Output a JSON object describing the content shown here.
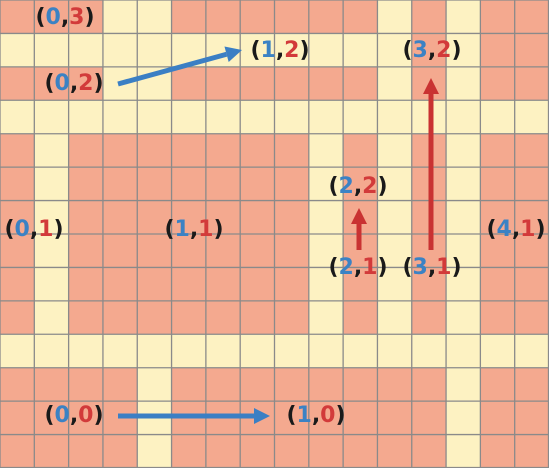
{
  "colors": {
    "cell_pink": "#f4a98f",
    "cell_yellow": "#fdf2c2",
    "grid_line": "#8a8a8a",
    "arrow_blue": "#3b7fc4",
    "arrow_red": "#c93232",
    "text_first": "#3b82c4",
    "text_second": "#d23a3a",
    "text_punct": "#1a1a1a"
  },
  "grid": {
    "rows": [
      "PPPYYPPPPPPYPYPP",
      "YYYYYYYYYYYYPYPP",
      "PPPYYPPPPPPYPYPP",
      "YYYYYYYYYYYYYYYY",
      "PYPPPPPPPYPYPYPP",
      "PYPPPPPPPYPYPYPP",
      "PYPPPPPPPYPYPYPP",
      "PYPPPPPPPYPYPYPP",
      "PYPPPPPPPYPYPYPP",
      "PYPPPPPPPYPYPYPP",
      "YYYYYYYYYYYYYYYY",
      "PPPPYPPPPPPPPYPP",
      "PPPPYPPPPPPPPYPP",
      "PPPPYPPPPPPPPYPP"
    ]
  },
  "labels": [
    {
      "a": "0",
      "b": "3"
    },
    {
      "a": "1",
      "b": "2"
    },
    {
      "a": "3",
      "b": "2"
    },
    {
      "a": "0",
      "b": "2"
    },
    {
      "a": "2",
      "b": "2"
    },
    {
      "a": "0",
      "b": "1"
    },
    {
      "a": "1",
      "b": "1"
    },
    {
      "a": "4",
      "b": "1"
    },
    {
      "a": "2",
      "b": "1"
    },
    {
      "a": "3",
      "b": "1"
    },
    {
      "a": "0",
      "b": "0"
    },
    {
      "a": "1",
      "b": "0"
    }
  ],
  "arrows": [
    {
      "name": "arrow-0-2-to-1-2",
      "color": "blue"
    },
    {
      "name": "arrow-0-0-to-1-0",
      "color": "blue"
    },
    {
      "name": "arrow-2-1-to-2-2",
      "color": "red"
    },
    {
      "name": "arrow-3-1-to-3-2",
      "color": "red"
    }
  ]
}
